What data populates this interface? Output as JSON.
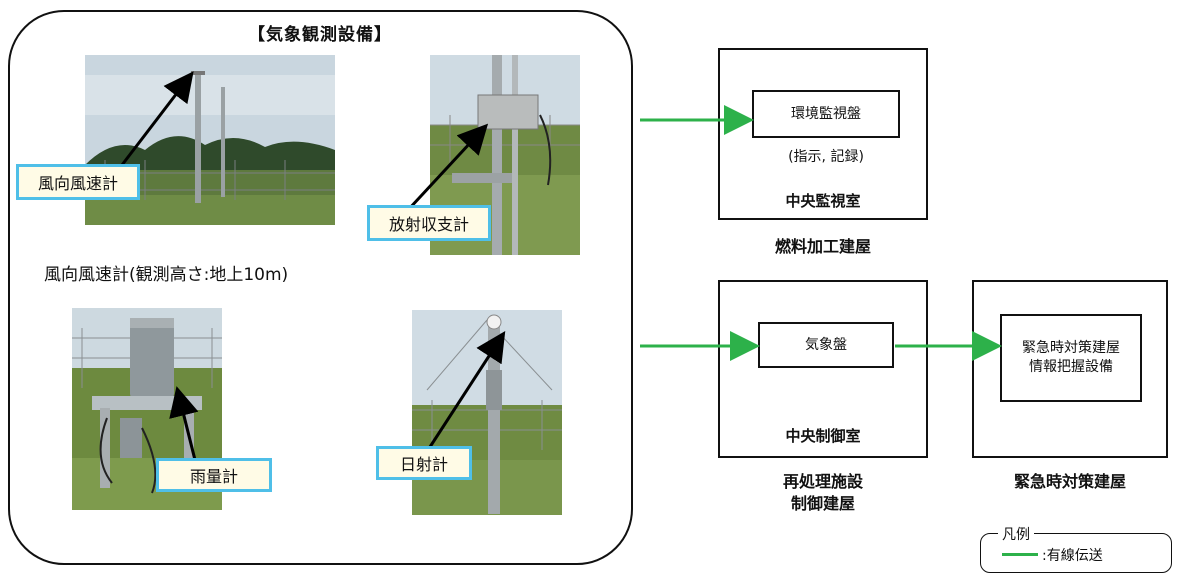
{
  "equipment_panel": {
    "title": "【気象観測設備】",
    "photos": {
      "wind": {
        "label": "風向風速計",
        "caption": "風向風速計(観測高さ:地上10m)"
      },
      "radiation_balance": {
        "label": "放射収支計"
      },
      "rain": {
        "label": "雨量計"
      },
      "solar": {
        "label": "日射計"
      }
    }
  },
  "fuel_building": {
    "panel_label": "環境監視盤",
    "panel_note": "(指示, 記録)",
    "room": "中央監視室",
    "building": "燃料加工建屋"
  },
  "reprocessing_building": {
    "panel_label": "気象盤",
    "room": "中央制御室",
    "building_line1": "再処理施設",
    "building_line2": "制御建屋"
  },
  "emergency_building": {
    "equipment_line1": "緊急時対策建屋",
    "equipment_line2": "情報把握設備",
    "building": "緊急時対策建屋"
  },
  "legend": {
    "title": "凡例",
    "item": ":有線伝送"
  },
  "colors": {
    "wired_line": "#2db14a",
    "label_border": "#4fbfe8",
    "label_fill": "#fffbe6"
  }
}
